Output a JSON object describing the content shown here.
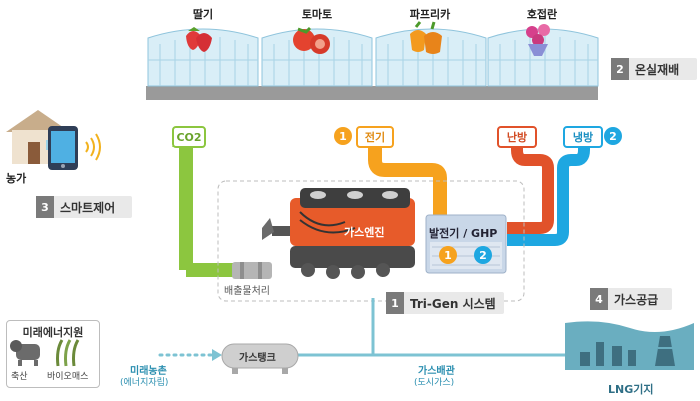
{
  "crops": {
    "strawberry": "딸기",
    "tomato": "토마토",
    "paprika": "파프리카",
    "orchid": "호접란"
  },
  "greenhouse_tag": {
    "num": "2",
    "label": "온실재배"
  },
  "farm_label": "농가",
  "smart_tag": {
    "num": "3",
    "label": "스마트제어"
  },
  "co2_label": "CO2",
  "electricity": {
    "num": "1",
    "label": "전기"
  },
  "heating_label": "난방",
  "cooling": {
    "label": "냉방",
    "num": "2"
  },
  "engine_label": "가스엔진",
  "generator": {
    "label": "발전기 / GHP",
    "num1": "1",
    "num2": "2"
  },
  "exhaust_label": "배출물처리",
  "trigen_tag": {
    "num": "1",
    "label": "Tri-Gen 시스템"
  },
  "gas_supply_tag": {
    "num": "4",
    "label": "가스공급"
  },
  "future_energy": {
    "title": "미래에너지원",
    "livestock": "축산",
    "biomass": "바이오매스"
  },
  "future_village": {
    "label": "미래농촌",
    "sub": "(에너지자립)"
  },
  "gas_tank_label": "가스탱크",
  "gas_pipe": {
    "label": "가스배관",
    "sub": "(도시가스)"
  },
  "lng_label": "LNG기지",
  "colors": {
    "co2": "#8cc63f",
    "electric": "#f6a21e",
    "heating": "#e1522a",
    "cooling": "#1ea7e1",
    "pipe": "#7dc3d3",
    "engine": "#e75b2a"
  }
}
